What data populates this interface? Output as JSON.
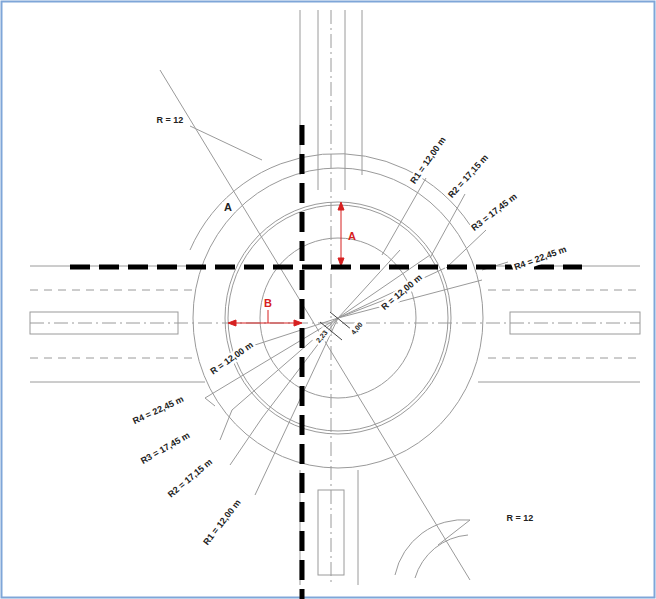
{
  "diagram": {
    "labels": [
      "R = 12",
      "A",
      "A",
      "R1 = 12,00 m",
      "R2 = 17,15 m",
      "R3 = 17,45 m",
      "R4 = 22,45 m",
      "R = 12,00 m",
      "B",
      "R = 12,00 m",
      "4,00",
      "2,23",
      "R4 = 22,45 m",
      "R3 = 17,45 m",
      "R2 = 17,15 m",
      "R1 = 12,00 m",
      "R = 12"
    ]
  }
}
